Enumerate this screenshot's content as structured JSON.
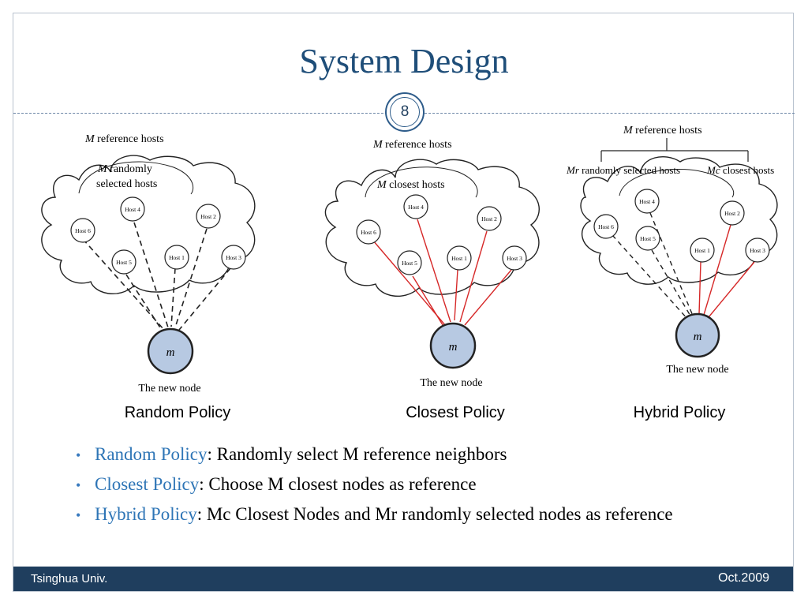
{
  "slide": {
    "title": "System Design",
    "page_number": "8",
    "footer_left": "Tsinghua Univ.",
    "footer_right": "Oct.2009"
  },
  "colors": {
    "title": "#1f4e79",
    "keyword": "#2e75b6",
    "footer_bg": "#1f3e5e",
    "link_red": "#d62828",
    "node_fill": "#b7c9e2"
  },
  "diagrams": {
    "random": {
      "caption": "Random Policy",
      "ref_m": "M",
      "ref_rest": " reference hosts",
      "inner_m": "M",
      "inner_line1_rest": " randomly",
      "inner_line2": "selected hosts",
      "new_node_label": "m",
      "new_node_caption": "The new node"
    },
    "closest": {
      "caption": "Closest Policy",
      "ref_m": "M",
      "ref_rest": " reference hosts",
      "inner_m": "M",
      "inner_rest": " closest hosts",
      "new_node_label": "m",
      "new_node_caption": "The new node"
    },
    "hybrid": {
      "caption": "Hybrid Policy",
      "ref_m": "M",
      "ref_rest": " reference hosts",
      "mr": "Mr",
      "mr_rest": " randomly selected hosts",
      "mc": "Mc",
      "mc_rest": " closest hosts",
      "new_node_label": "m",
      "new_node_caption": "The new node"
    },
    "hosts": {
      "h1": "Host 1",
      "h2": "Host 2",
      "h3": "Host 3",
      "h4": "Host 4",
      "h5": "Host 5",
      "h6": "Host 6"
    }
  },
  "bullets": [
    {
      "term": "Random Policy",
      "text": ":  Randomly select M reference neighbors"
    },
    {
      "term": "Closest Policy",
      "text": ":  Choose M closest nodes as reference"
    },
    {
      "term": "Hybrid Policy",
      "text": ":  Mc Closest Nodes and Mr randomly selected nodes as reference"
    }
  ]
}
